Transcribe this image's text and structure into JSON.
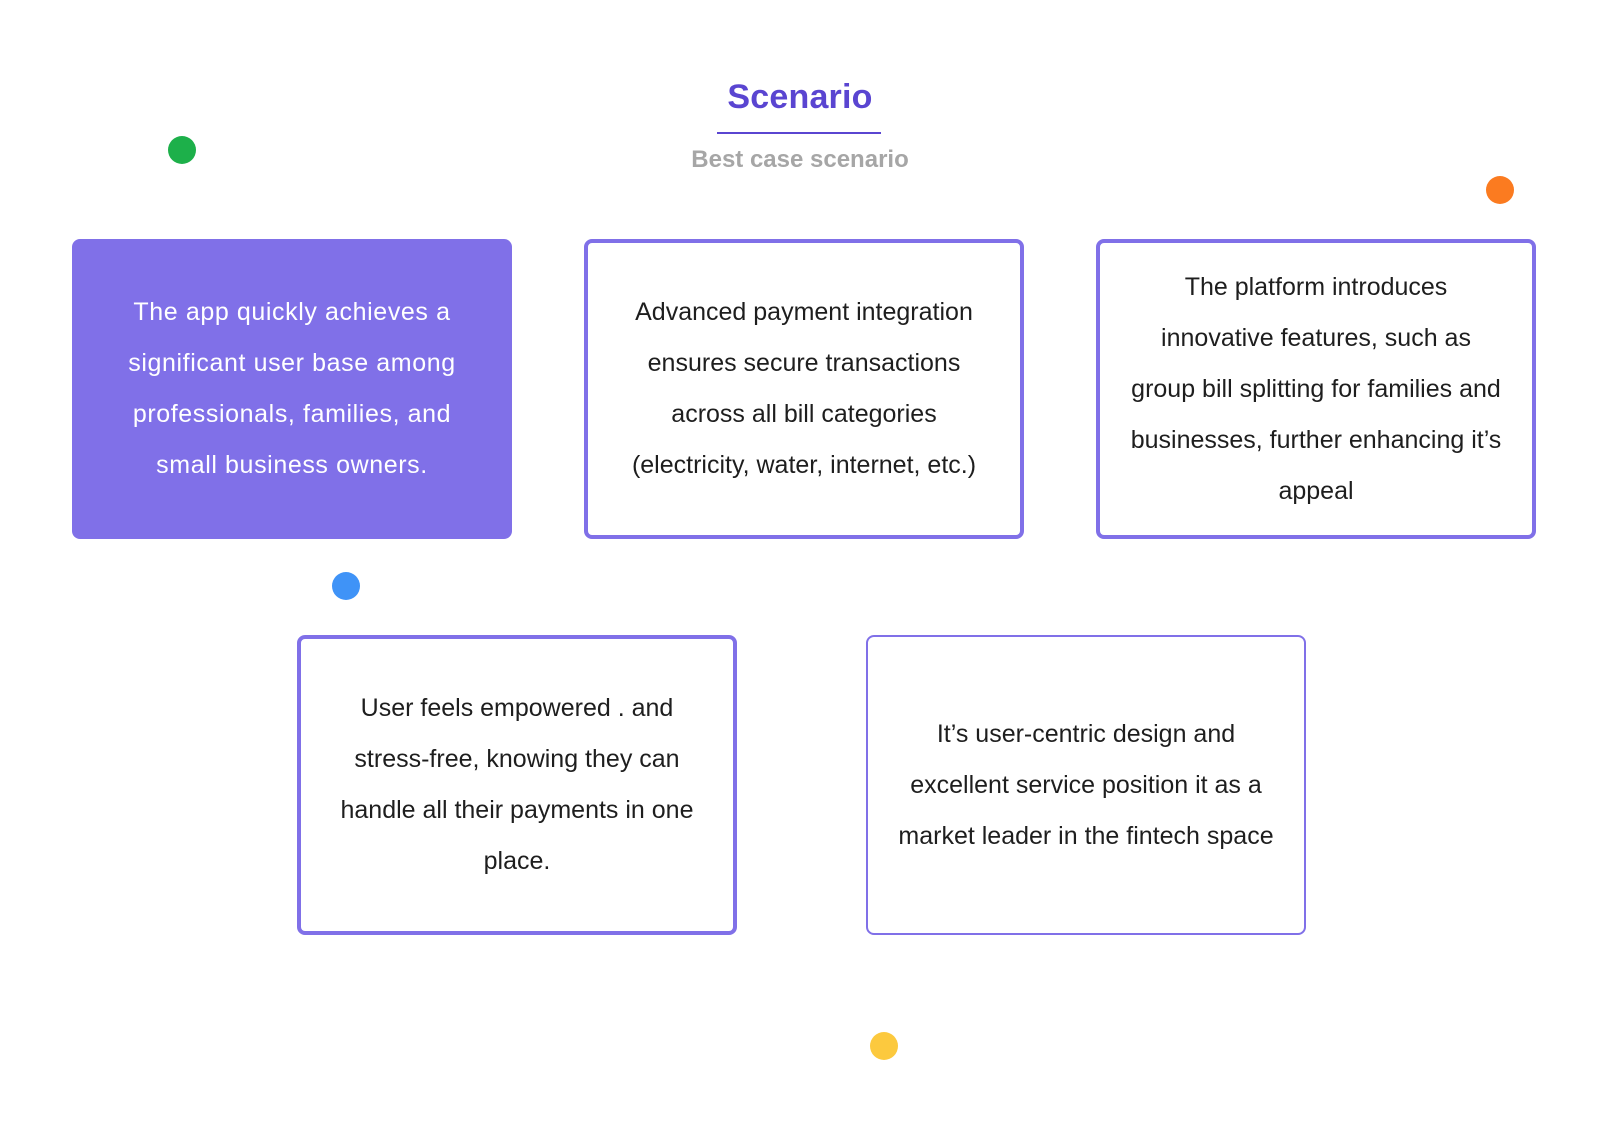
{
  "header": {
    "title": "Scenario",
    "subtitle": "Best case scenario"
  },
  "colors": {
    "accent": "#5a45d1",
    "card_fill": "#8070e8",
    "dot_green": "#1db04a",
    "dot_orange": "#fb7b20",
    "dot_blue": "#3f93f7",
    "dot_yellow": "#fcc93e"
  },
  "cards": [
    {
      "text": "The app quickly achieves a significant user base among professionals, families, and small business owners."
    },
    {
      "text": "Advanced payment integration ensures secure transactions across all bill categories (electricity, water, internet, etc.)"
    },
    {
      "text": "The platform introduces innovative features, such as group bill splitting for families and businesses, further enhancing it’s appeal"
    },
    {
      "text": "User feels empowered . and stress-free, knowing they can handle all their payments in one place."
    },
    {
      "text": "It’s user-centric design and excellent service position it as a market leader in the fintech space"
    }
  ]
}
